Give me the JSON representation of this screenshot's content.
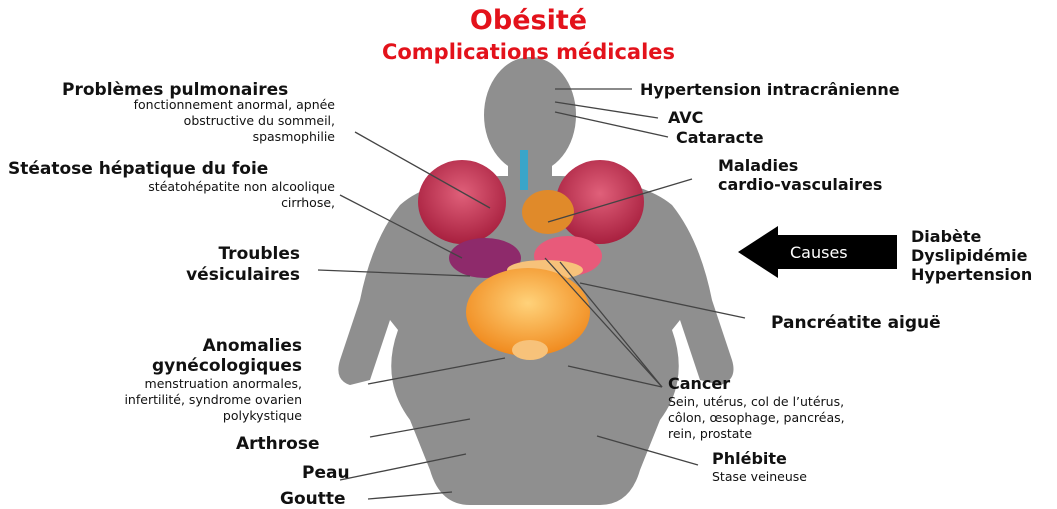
{
  "title": "Obésité",
  "subtitle": "Complications médicales",
  "left": {
    "pulmonaires_title": "Problèmes pulmonaires",
    "pulmonaires_lines": [
      "fonctionnement anormal, apnée",
      "obstructive du sommeil,",
      "spasmophilie"
    ],
    "steatose_title": "Stéatose hépatique du foie",
    "steatose_lines": [
      "stéatohépatite non alcoolique",
      "cirrhose,"
    ],
    "vesiculaires_title": [
      "Troubles",
      "vésiculaires"
    ],
    "gyneco_title": [
      "Anomalies",
      "gynécologiques"
    ],
    "gyneco_lines": [
      "menstruation anormales,",
      "infertilité, syndrome ovarien",
      "polykystique"
    ],
    "arthrose": "Arthrose",
    "peau": "Peau",
    "goutte": "Goutte"
  },
  "right": {
    "hic": "Hypertension intracrânienne",
    "avc": "AVC",
    "cataracte": "Cataracte",
    "cardio_title": [
      "Maladies",
      "cardio-vasculaires"
    ],
    "causes_label": "Causes",
    "causes": [
      "Diabète",
      "Dyslipidémie",
      "Hypertension"
    ],
    "pancreatite": "Pancréatite aiguë",
    "cancer_title": "Cancer",
    "cancer_lines": [
      "Sein, utérus, col de l’utérus,",
      "côlon, œsophage, pancréas,",
      "rein, prostate"
    ],
    "phlebite_title": "Phlébite",
    "phlebite_line": "Stase veineuse"
  },
  "colors": {
    "title": "#e3121b",
    "body": "#8f8f8f",
    "arrow": "#000000"
  }
}
